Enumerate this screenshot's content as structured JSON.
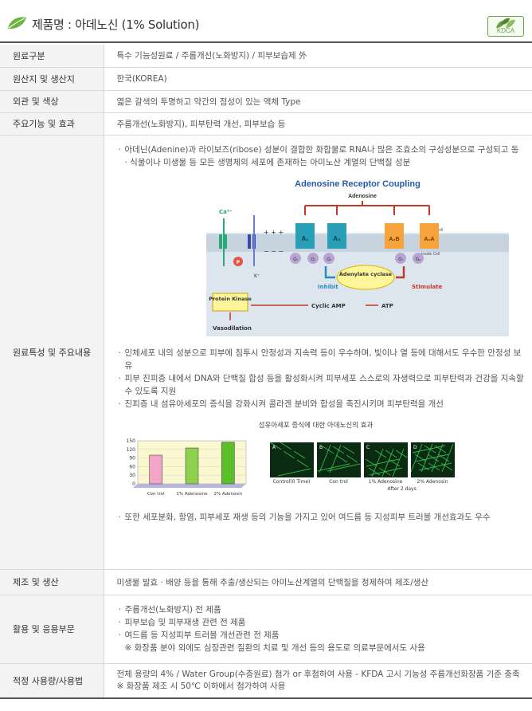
{
  "header": {
    "title": "제품명 : 아데노신 (1% Solution)",
    "badge": "KDCA"
  },
  "rows": {
    "r1": {
      "label": "원료구분",
      "value": "특수 기능성원료 / 주름개선(노화방지) / 피부보습제 外"
    },
    "r2": {
      "label": "원산지 및 생산지",
      "value": "한국(KOREA)"
    },
    "r3": {
      "label": "외관 및 색상",
      "value": "엷은 갈색의 투명하고 약간의 점성이 있는 액체 Type"
    },
    "r4": {
      "label": "주요기능 및 효과",
      "value": "주름개선(노화방지), 피부탄력 개선, 피부보습 등"
    },
    "r5": {
      "label": "원료특성 및 주요내용",
      "intro": "아데닌(Adenine)과 라이보즈(ribose) 성분이 결합한 화합물로 RNA나 많은 조효소의 구성성분으로 구성되고 동 · 식물이나 미생물 등 모든 생명체의 세포에 존재하는 아미노산 계열의 단백질 성분",
      "points": [
        "인체세포 내의 성분으로 피부에 침투시 안정성과 지속력 등이 우수하며, 빛이나 열 등에 대해서도 우수한 안정성 보유",
        "피부 진피층 내에서 DNA와 단백질 합성 등을 활성화시켜 피부세포 스스로의 자생력으로 피부탄력과 건강을 지속할 수 있도록 지원",
        "진피층 내 섬유아세포의 증식을 강화시켜 콜라겐 분비와 합성을 촉진시키며 피부탄력을 개선"
      ],
      "last": "또한 세포분화, 항염, 피부세포 재생 등의 기능을 가지고 있어 여드름 등 지성피부 트러블 개선효과도 우수"
    },
    "r6": {
      "label": "제조 및 생산",
      "value": "미생물 발효 · 배양 등을 통해 추출/생산되는 아미노산계열의 단백질을 정제하여 제조/생산"
    },
    "r7": {
      "label": "활용 및 응용부문",
      "items": [
        "주름개선(노화방지) 전 제품",
        "피부보습 및 피부재생 관련 전 제품",
        "여드름 등 지성피부 트러블 개선관련 전 제품"
      ],
      "note": "※ 화장품 분야 외에도 심장관련 질환의 치료 및 개선 등의 용도로 의료부문에서도 사용"
    },
    "r8": {
      "label": "적정 사용량/사용법",
      "line1": "전체 용량의 4% / Water Group(수층원료) 첨가 or 후첨하여 사용 - KFDA 고시 기능성 주름개선화장품 기준 충족",
      "line2": "※ 화장품 제조 시 50℃ 이하에서 첨가하여 사용"
    }
  },
  "diagram": {
    "title": "Adenosine Receptor Coupling",
    "adenosine": "Adenosine",
    "outside": "Outside Cell",
    "inside": "Inside Cell",
    "ca": "Ca²⁺",
    "k": "K⁺",
    "p": "P",
    "a1": "A₁",
    "a3": "A₃",
    "a2b": "A₂B",
    "a2a": "A₂A",
    "gi": "Gᵢ",
    "gs": "Gₛ",
    "adenylate": "Adenylate cyclase",
    "inhibit": "Inhibit",
    "stimulate": "Stimulate",
    "protein_kinase": "Protein Kinase",
    "camp": "Cyclic AMP",
    "atp": "ATP",
    "vaso": "Vasodilation"
  },
  "growth": {
    "title": "섬유아세포 증식에 대한 아데노신의 효과",
    "chart_data": {
      "type": "bar",
      "categories": [
        "Con trol",
        "1% Adenosine",
        "2% Adenosin"
      ],
      "values": [
        100,
        125,
        145
      ],
      "ylim": [
        0,
        150
      ],
      "yticks": [
        0,
        30,
        60,
        90,
        120,
        150
      ],
      "colors": [
        "#f4a6c8",
        "#8fd14f",
        "#5bbf2a"
      ]
    },
    "micro_labels": [
      "Control(0 Time)",
      "Con trol",
      "1% Adenosine",
      "2% Adenosin"
    ],
    "micro_letters": [
      "A",
      "B",
      "C",
      "D"
    ],
    "after": "After 2 days"
  }
}
